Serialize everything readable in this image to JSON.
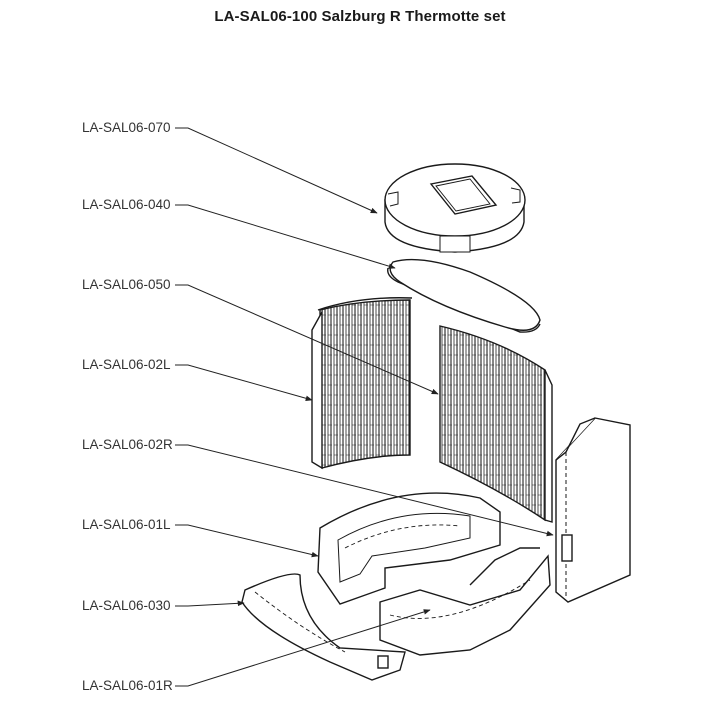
{
  "title": "LA-SAL06-100 Salzburg R Thermotte set",
  "parts": [
    {
      "id": "p070",
      "label": "LA-SAL06-070"
    },
    {
      "id": "p040",
      "label": "LA-SAL06-040"
    },
    {
      "id": "p050",
      "label": "LA-SAL06-050"
    },
    {
      "id": "p02L",
      "label": "LA-SAL06-02L"
    },
    {
      "id": "p02R",
      "label": "LA-SAL06-02R"
    },
    {
      "id": "p01L",
      "label": "LA-SAL06-01L"
    },
    {
      "id": "p030",
      "label": "LA-SAL06-030"
    },
    {
      "id": "p01R",
      "label": "LA-SAL06-01R"
    }
  ]
}
